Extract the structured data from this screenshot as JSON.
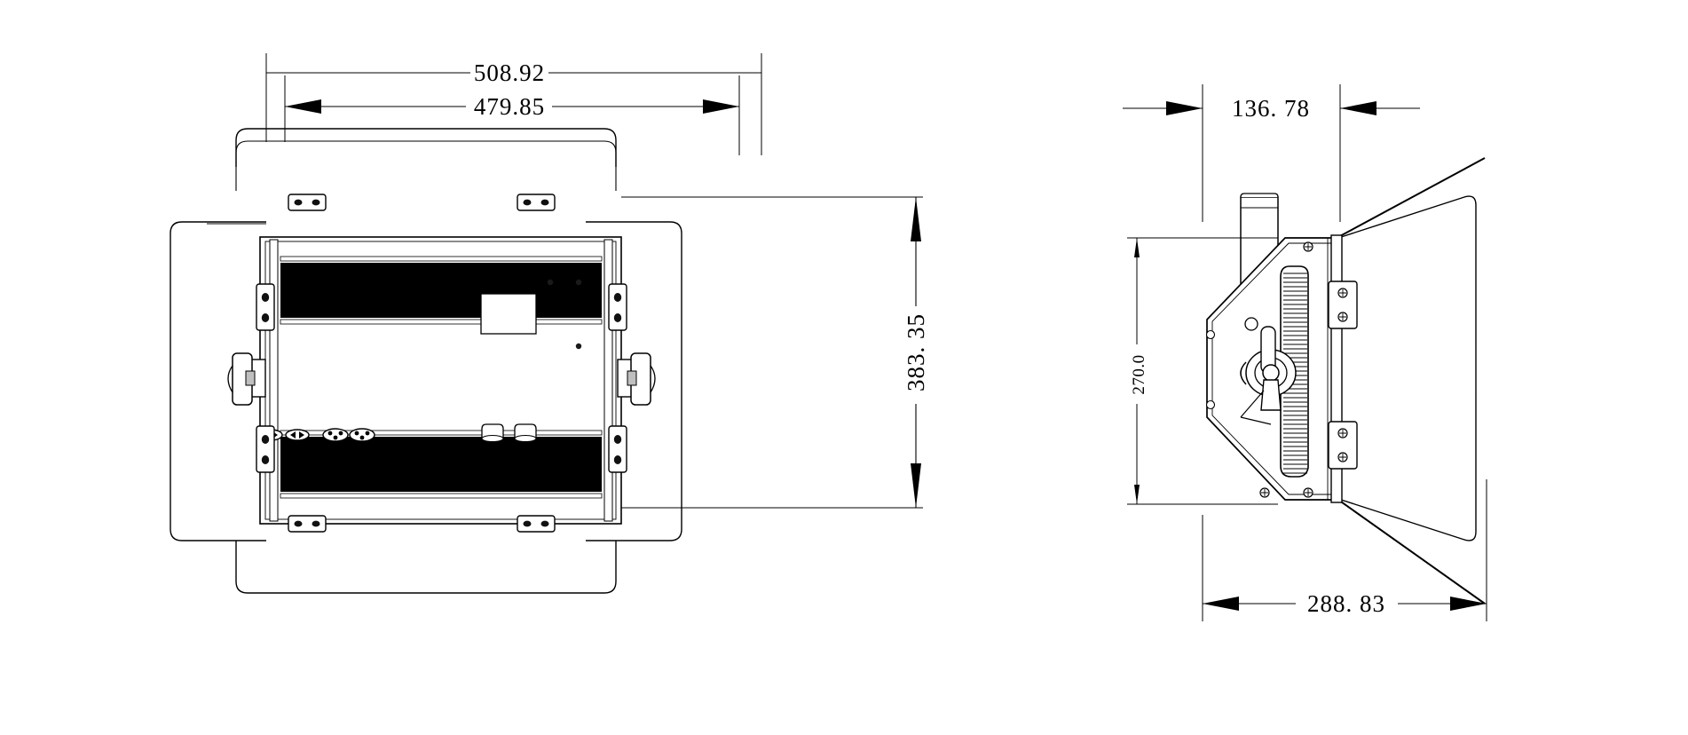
{
  "drawing": {
    "type": "engineering-dimension-drawing",
    "subject": "LED soft panel light fixture with barndoors",
    "units": "mm",
    "background_color": "#ffffff",
    "line_color": "#000000",
    "views": [
      {
        "id": "front-view",
        "label": "front elevation"
      },
      {
        "id": "side-view",
        "label": "side elevation"
      }
    ]
  },
  "dimensions": {
    "front_overall_width": {
      "value": "508.92",
      "orientation": "horizontal",
      "position": "above-front-view",
      "style": "extension-lines-only"
    },
    "front_body_width": {
      "value": "479.85",
      "orientation": "horizontal",
      "position": "above-front-view",
      "style": "double-arrow-inward"
    },
    "front_overall_height": {
      "value": "383. 35",
      "orientation": "vertical-rotated",
      "position": "right-of-front-view",
      "style": "double-arrow-outward"
    },
    "side_body_depth": {
      "value": "136. 78",
      "orientation": "horizontal",
      "position": "above-side-view",
      "style": "arrows-pointing-in-from-outside"
    },
    "side_body_height": {
      "value": "270.0",
      "orientation": "vertical-rotated",
      "position": "left-of-side-view",
      "style": "thin-double-arrow"
    },
    "side_overall_depth": {
      "value": "288. 83",
      "orientation": "horizontal",
      "position": "below-side-view",
      "style": "double-arrow-inward"
    }
  },
  "front_view": {
    "components": {
      "barndoor_left": "left barndoor flap",
      "barndoor_right": "right barndoor flap",
      "barndoor_top": "top barndoor flap",
      "barndoor_bottom": "bottom barndoor flap",
      "hinge_left": "left hinge plate",
      "hinge_right": "right hinge plate",
      "knob_left": "left tilt lock knob",
      "knob_right": "right tilt lock knob",
      "led_panel_upper": "upper LED emitter strip",
      "led_panel_lower": "lower LED emitter strip",
      "display_window": "control display window",
      "brackets": "four mounting brackets",
      "connectors": "rear panel connectors",
      "buttons": "two control knobs"
    },
    "counts": {
      "mounting_brackets": 4,
      "holes_per_bracket": 2,
      "hinge_screws": 2,
      "connectors": 4,
      "control_knobs": 2
    }
  },
  "side_view": {
    "components": {
      "yoke_arm": "yoke mounting arm",
      "tilt_knob": "tilt lock T-knob",
      "heatsink": "finned heat sink",
      "housing_profile": "hexagonal housing profile",
      "hinge_bracket_upper": "upper barndoor hinge bracket",
      "hinge_bracket_lower": "lower barndoor hinge bracket",
      "barndoor_upper": "upper barndoor flap",
      "barndoor_lower": "lower barndoor flap"
    },
    "counts": {
      "heatsink_fins": 46,
      "hinge_brackets": 2,
      "screws_per_bracket": 2,
      "housing_corner_screws": 4
    }
  }
}
